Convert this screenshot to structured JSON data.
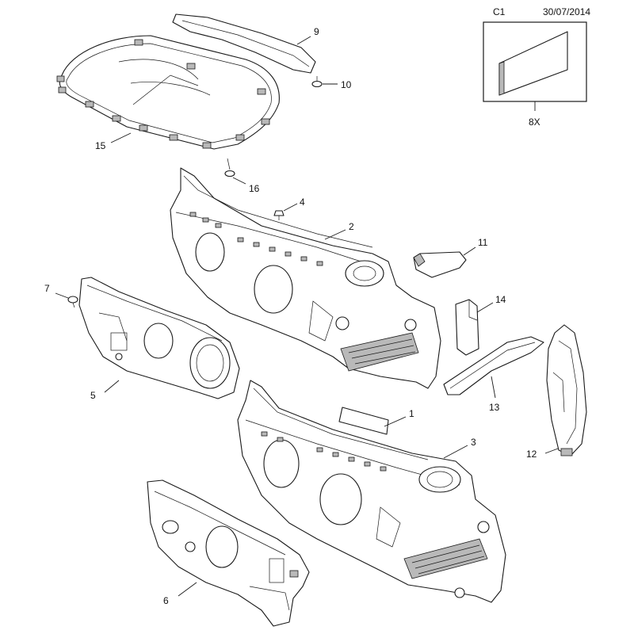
{
  "header": {
    "code": "C1",
    "date": "30/07/2014"
  },
  "inset": {
    "quantity_label": "8X"
  },
  "callouts": {
    "c1": "1",
    "c2": "2",
    "c3": "3",
    "c4": "4",
    "c5": "5",
    "c6": "6",
    "c7": "7",
    "c9": "9",
    "c10": "10",
    "c11": "11",
    "c12": "12",
    "c13": "13",
    "c14": "14",
    "c15": "15",
    "c16": "16"
  }
}
